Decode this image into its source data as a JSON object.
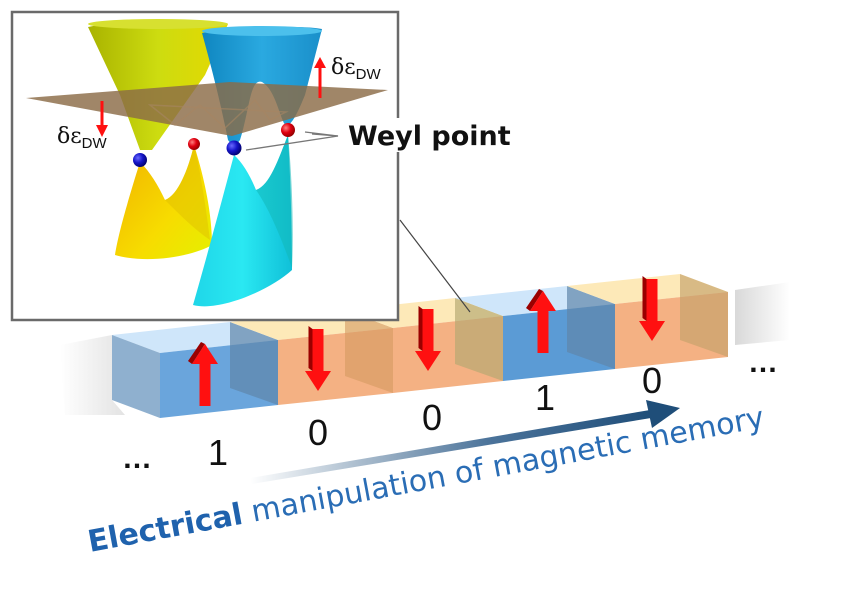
{
  "inset": {
    "weyl_label": "Weyl point",
    "shift_up_label": {
      "symbol": "δε",
      "subscript": "DW",
      "direction": "up"
    },
    "shift_down_label": {
      "symbol": "δε",
      "subscript": "DW",
      "direction": "down"
    },
    "colors": {
      "cone_left": "#c8d400",
      "cone_left_lower": "#f2c200",
      "cone_right_upper": "#1ea3d8",
      "cone_right_lower": "#19dbe8",
      "fermi_plane": "#8b6b47",
      "weyl_point_blue": "#1010c0",
      "weyl_point_red": "#e00010",
      "shift_arrow": "#ff1010"
    }
  },
  "memory": {
    "leading_ellipsis": "…",
    "trailing_ellipsis": "…",
    "cells": [
      {
        "bit": "1",
        "spin": "up",
        "color": "blue"
      },
      {
        "bit": "0",
        "spin": "down",
        "color": "orange"
      },
      {
        "bit": "0",
        "spin": "down",
        "color": "orange"
      },
      {
        "bit": "1",
        "spin": "up",
        "color": "blue"
      },
      {
        "bit": "0",
        "spin": "down",
        "color": "orange"
      }
    ],
    "colors": {
      "blue_face": "#5b9bd5",
      "blue_top": "#cfe6fa",
      "orange_face": "#f4b183",
      "orange_top": "#fde9b8",
      "spin_arrow": "#ff1010",
      "direction_arrow": "#1f4e79"
    }
  },
  "caption": {
    "bold_part": "Electrical",
    "rest": " manipulation of magnetic memory",
    "color": "#2a6db5"
  }
}
